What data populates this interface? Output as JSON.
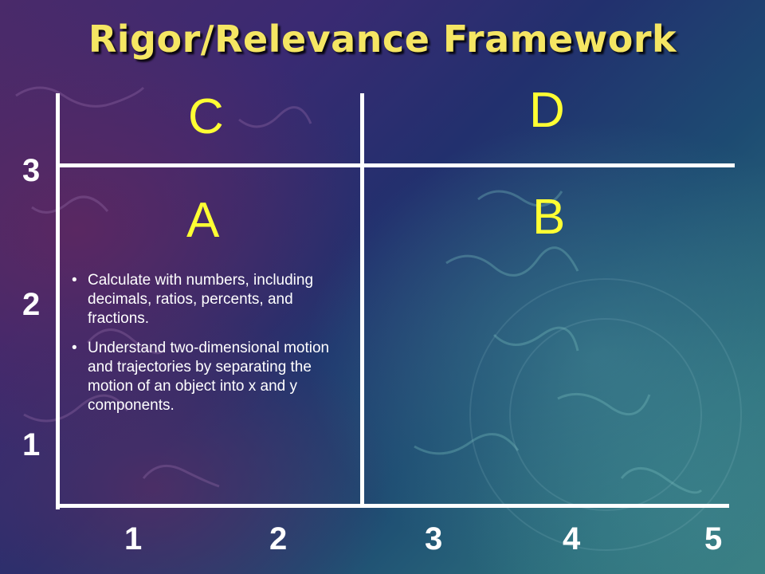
{
  "title": "Rigor/Relevance Framework",
  "quadrants": {
    "C": "C",
    "D": "D",
    "A": "A",
    "B": "B"
  },
  "y_axis_labels": [
    "3",
    "2",
    "1"
  ],
  "x_axis_labels": [
    "1",
    "2",
    "3",
    "4",
    "5"
  ],
  "quadrant_a_bullets": [
    "Calculate with numbers, including decimals, ratios, percents, and fractions.",
    "Understand two-dimensional motion and trajectories by separating the motion of an object into x and y components."
  ],
  "colors": {
    "title": "#f5e663",
    "quadrant_letters": "#ffff33",
    "lines": "#ffffff",
    "text": "#ffffff"
  }
}
